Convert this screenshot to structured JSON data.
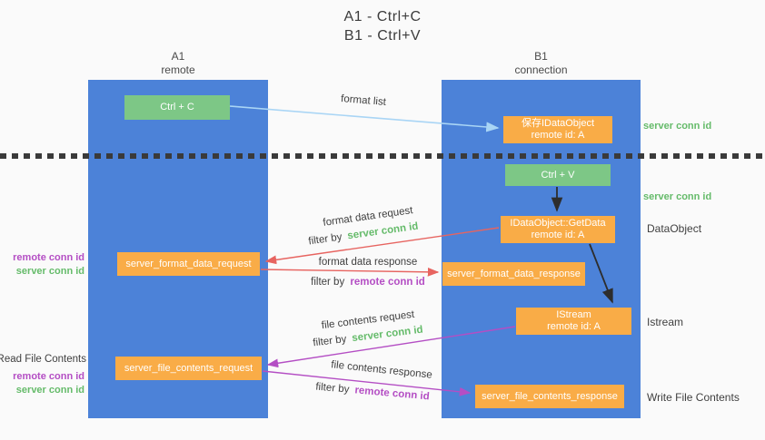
{
  "title": {
    "line1": "A1 - Ctrl+C",
    "line2": "B1 - Ctrl+V"
  },
  "lanes": {
    "a": {
      "title": "A1",
      "subtitle": "remote"
    },
    "b": {
      "title": "B1",
      "subtitle": "connection"
    }
  },
  "nodes": {
    "ctrl_c": {
      "label": "Ctrl + C"
    },
    "save_idataobject": {
      "line1": "保存IDataObject",
      "line2": "remote id: A"
    },
    "ctrl_v": {
      "label": "Ctrl + V"
    },
    "getdata": {
      "line1": "IDataObject::GetData",
      "line2": "remote id: A"
    },
    "format_request": {
      "label": "server_format_data_request"
    },
    "format_response": {
      "label": "server_format_data_response"
    },
    "istream": {
      "line1": "IStream",
      "line2": "remote id: A"
    },
    "file_request": {
      "label": "server_file_contents_request"
    },
    "file_response": {
      "label": "server_file_contents_response"
    }
  },
  "side_labels": {
    "server_conn_id_top": "server conn id",
    "server_conn_id_mid": "server conn id",
    "dataobject": "DataObject",
    "istream": "Istream",
    "write_file_contents": "Write File Contents",
    "read_file_contents": "Read File Contents",
    "pair1": {
      "remote": "remote conn id",
      "server": "server conn id"
    },
    "pair2": {
      "remote": "remote conn id",
      "server": "server conn id"
    }
  },
  "arrow_labels": {
    "format_list": "format list",
    "format_data_request": "format data request",
    "format_data_request_filter": {
      "prefix": "filter by",
      "id": "server conn id"
    },
    "format_data_response": "format data response",
    "format_data_response_filter": {
      "prefix": "filter by",
      "id": "remote conn id"
    },
    "file_contents_request": "file contents request",
    "file_contents_request_filter": {
      "prefix": "filter by",
      "id": "server conn id"
    },
    "file_contents_response": "file contents response",
    "file_contents_response_filter": {
      "prefix": "filter by",
      "id": "remote conn id"
    }
  },
  "colors": {
    "lane_blue": "#4c82d8",
    "node_green": "#7dc786",
    "node_orange": "#f9ac47",
    "conn_green_text": "#65bb6a",
    "conn_purple_text": "#b44ec4",
    "arrow_red": "#e76460",
    "arrow_purple": "#b44ec4",
    "arrow_light_blue": "#a9d5f5",
    "arrow_black": "#2d2d2d",
    "divider": "#3a3a3a"
  }
}
